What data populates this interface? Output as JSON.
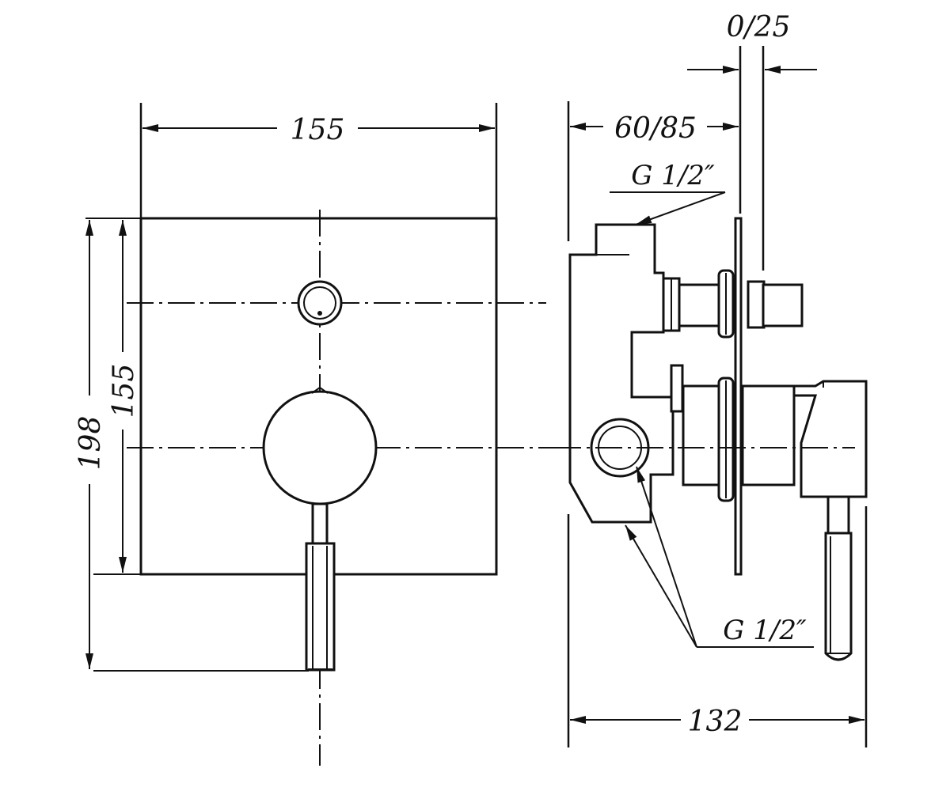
{
  "dimensions": {
    "top_width": "155",
    "left_outer_height": "198",
    "left_inner_height": "155",
    "side_depth": "60/85",
    "adjustment": "0/25",
    "side_width": "132"
  },
  "labels": {
    "thread_top": "G 1/2″",
    "thread_bottom": "G 1/2″"
  }
}
